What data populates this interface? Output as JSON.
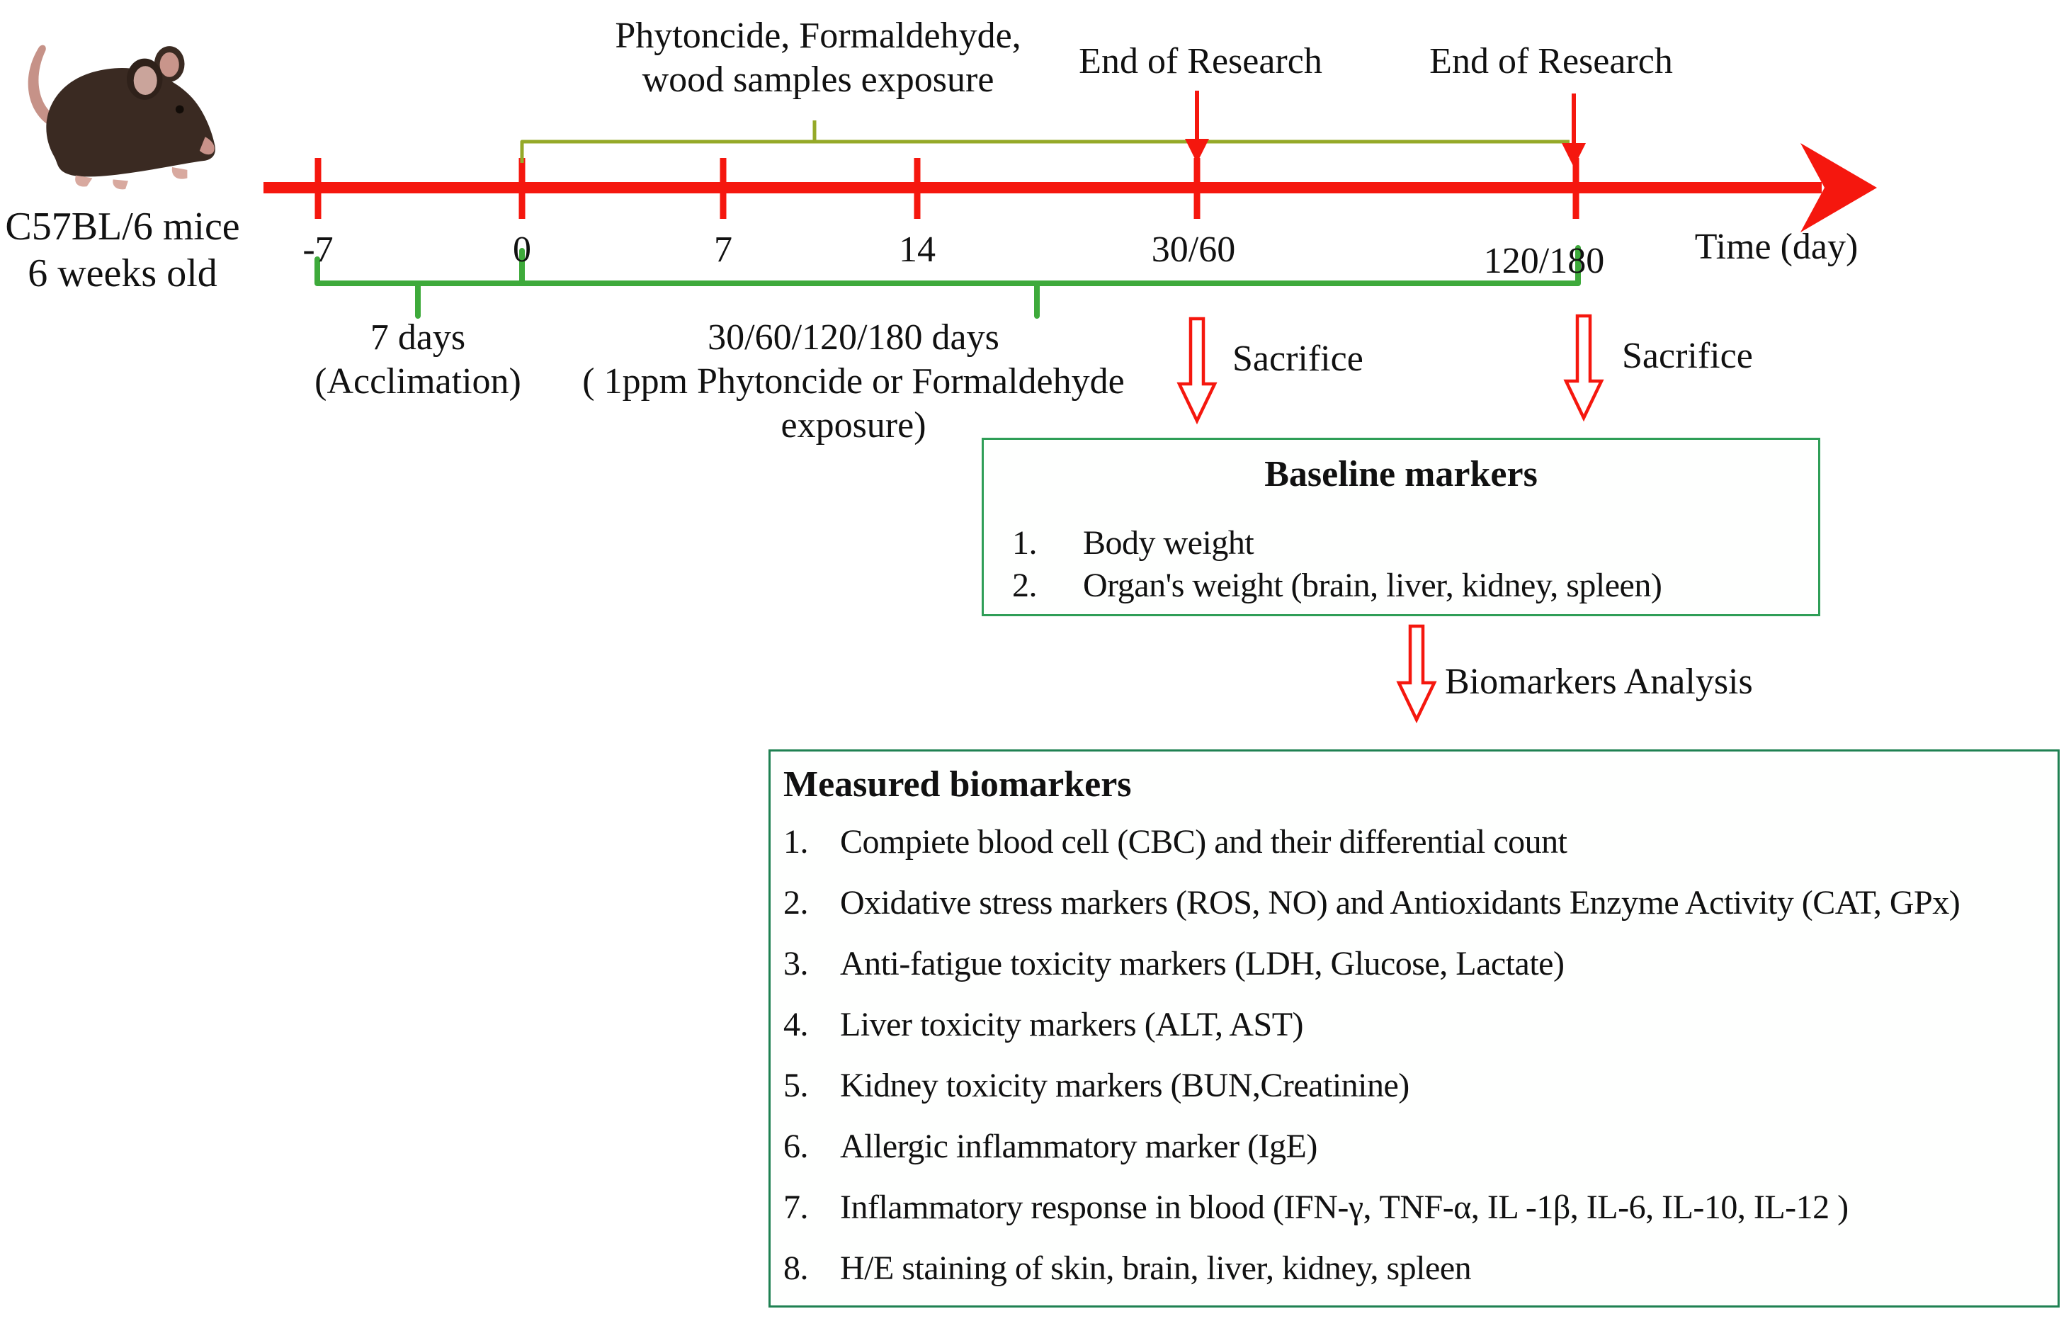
{
  "colors": {
    "red": "#f5170e",
    "olive": "#95a928",
    "green": "#3eaa3b",
    "baseline_box_border": "#2f9e57",
    "measured_box_border": "#1f8152",
    "text": "#111111"
  },
  "mouse": {
    "label_line1": "C57BL/6 mice",
    "label_line2": "6 weeks old"
  },
  "timeline": {
    "axis_label": "Time (day)",
    "exposure_label_line1": "Phytoncide, Formaldehyde,",
    "exposure_label_line2": "wood samples exposure",
    "end_of_research_1": "End of Research",
    "end_of_research_2": "End of Research",
    "ticks": [
      {
        "label": "-7"
      },
      {
        "label": "0"
      },
      {
        "label": "7"
      },
      {
        "label": "14"
      },
      {
        "label": "30/60"
      },
      {
        "label": "120/180"
      }
    ]
  },
  "brackets": {
    "acclimation_line1": "7 days",
    "acclimation_line2": "(Acclimation)",
    "exposure_period_line1": "30/60/120/180 days",
    "exposure_period_line2": "( 1ppm Phytoncide or Formaldehyde",
    "exposure_period_line3": "exposure)"
  },
  "sacrifice_1": "Sacrifice",
  "sacrifice_2": "Sacrifice",
  "biomarkers_analysis": "Biomarkers Analysis",
  "baseline_box": {
    "title": "Baseline markers",
    "items": [
      {
        "num": "1.",
        "text": "Body weight"
      },
      {
        "num": "2.",
        "text": "Organ's weight (brain, liver, kidney, spleen)"
      }
    ]
  },
  "measured_box": {
    "title": "Measured biomarkers",
    "items": [
      {
        "num": "1.",
        "text": "Compiete blood cell (CBC) and their differential count"
      },
      {
        "num": "2.",
        "text": "Oxidative stress markers (ROS, NO) and Antioxidants Enzyme Activity (CAT, GPx)"
      },
      {
        "num": "3.",
        "text": "Anti-fatigue toxicity markers (LDH, Glucose, Lactate)"
      },
      {
        "num": "4.",
        "text": "Liver toxicity markers (ALT, AST)"
      },
      {
        "num": "5.",
        "text": "Kidney toxicity markers (BUN,Creatinine)"
      },
      {
        "num": "6.",
        "text": "Allergic inflammatory marker (IgE)"
      },
      {
        "num": "7.",
        "text": "Inflammatory response in blood (IFN-γ, TNF-α, IL -1β, IL-6, IL-10, IL-12 )"
      },
      {
        "num": "8.",
        "text": "H/E staining of skin, brain, liver, kidney, spleen"
      }
    ]
  }
}
